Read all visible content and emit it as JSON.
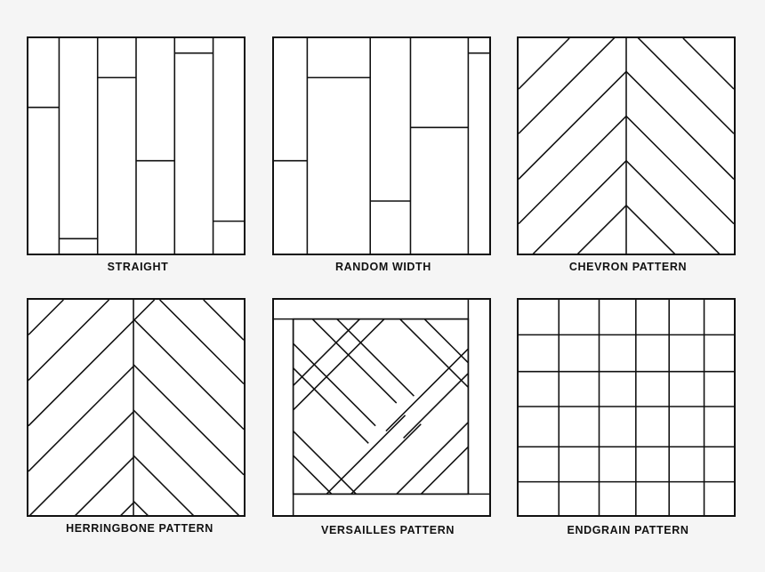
{
  "patterns": [
    {
      "id": "straight",
      "label": "STRAIGHT"
    },
    {
      "id": "random-width",
      "label": "RANDOM WIDTH"
    },
    {
      "id": "chevron",
      "label": "CHEVRON PATTERN"
    },
    {
      "id": "herringbone",
      "label": "HERRINGBONE PATTERN"
    },
    {
      "id": "versailles",
      "label": "VERSAILLES PATTERN"
    },
    {
      "id": "endgrain",
      "label": "ENDGRAIN PATTERN"
    }
  ],
  "colors": {
    "line": "#111111",
    "tile_fill": "#ffffff",
    "background": "#f5f5f5"
  }
}
